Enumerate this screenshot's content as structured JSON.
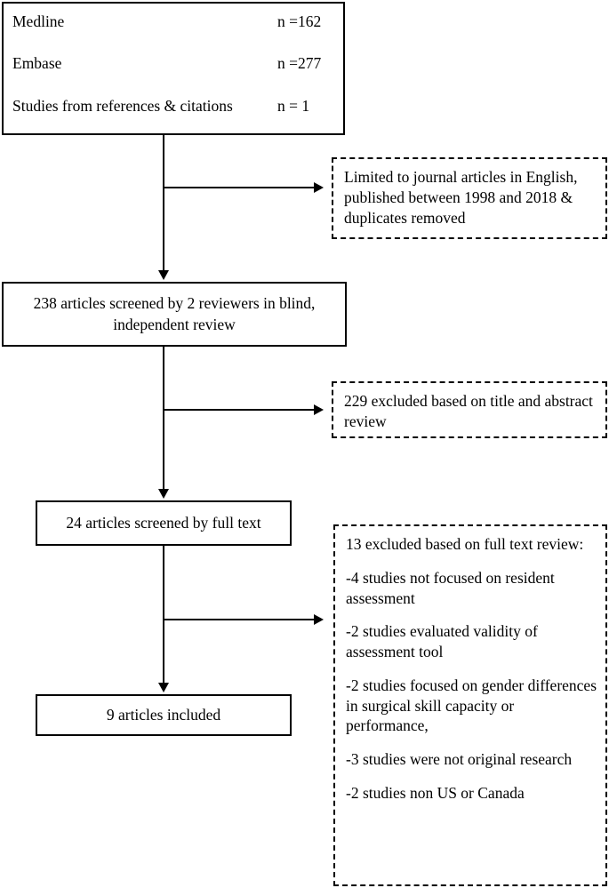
{
  "diagram": {
    "type": "prisma-flow-diagram",
    "identification_box": {
      "rows": [
        {
          "source": "Medline",
          "count": "n =162"
        },
        {
          "source": "Embase",
          "count": "n =277"
        },
        {
          "source": "Studies from references & citations",
          "count": "n = 1"
        }
      ]
    },
    "filter_note": "Limited to journal articles in English, published between 1998 and 2018 & duplicates removed",
    "screening_box": "238 articles screened by 2 reviewers in blind, independent review",
    "excluded_title_abstract": "229 excluded based on title and abstract review",
    "fulltext_box": "24 articles screened by full text",
    "excluded_fulltext": {
      "heading": "13 excluded based on full text review:",
      "reasons": [
        "-4 studies not focused on resident assessment",
        "-2 studies evaluated validity of assessment tool",
        "-2 studies focused on gender differences in surgical skill capacity or performance,",
        "-3 studies were not original research",
        "-2 studies non US or Canada"
      ]
    },
    "included_box": "9 articles included"
  },
  "colors": {
    "stroke": "#000000",
    "background": "#ffffff",
    "text": "#000000"
  }
}
